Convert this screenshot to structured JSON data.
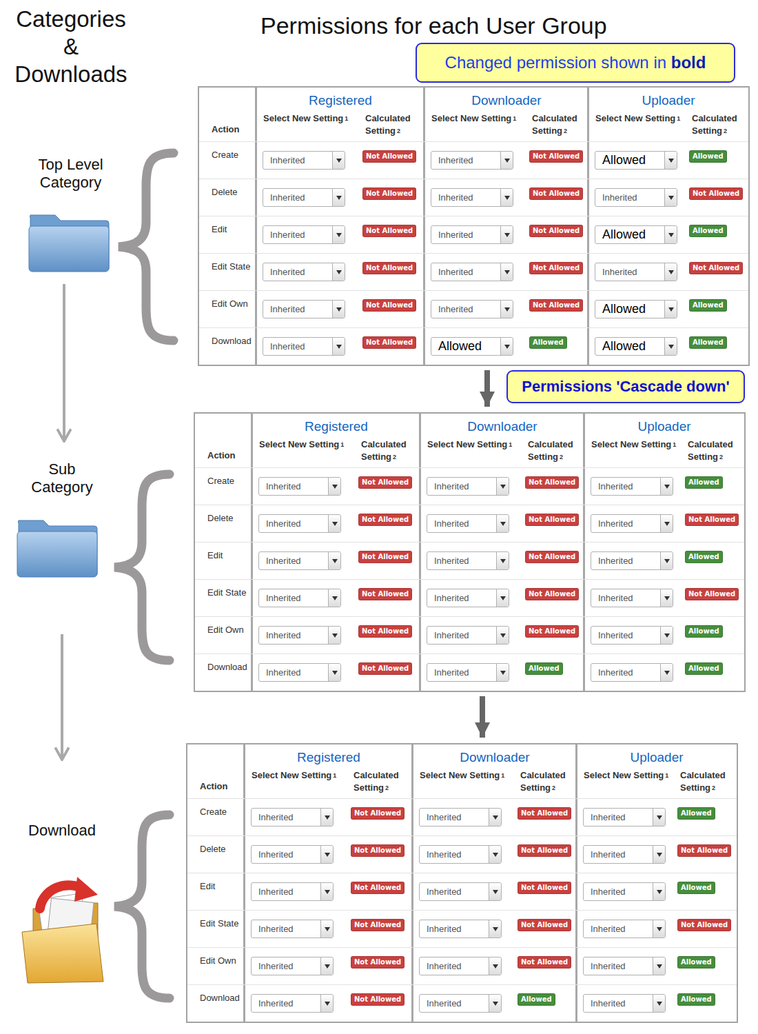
{
  "diagram": {
    "title": "Permissions for each User Group",
    "nodes": [
      {
        "text": [
          "Changed permission shown in",
          "bold"
        ]
      },
      {
        "text": [
          "Top Level Category"
        ]
      },
      {
        "text": [
          "Registered",
          "Downloader",
          "Uploader",
          "Action",
          "Select New Setting",
          "1",
          "Calculated Setting",
          "2",
          "Select New Setting",
          "1",
          "Calculated Setting",
          "2",
          "Select New Setting",
          "1",
          "Calculated Setting",
          "2",
          "Create",
          "Inherited",
          "Not Allowed",
          "Inherited",
          "Not Allowed",
          "Allowed",
          "Allowed",
          "Delete",
          "Inherited",
          "Not Allowed",
          "Inherited",
          "Not Allowed",
          "Inherited",
          "Not Allowed",
          "Edit",
          "Inherited",
          "Not Allowed",
          "Inherited",
          "Not Allowed",
          "Allowed",
          "Allowed",
          "Edit State",
          "Inherited",
          "Not Allowed",
          "Inherited",
          "Not Allowed",
          "Inherited",
          "Not Allowed",
          "Edit Own",
          "Inherited",
          "Not Allowed",
          "Inherited",
          "Not Allowed",
          "Allowed",
          "Allowed",
          "Download",
          "Inherited",
          "Not Allowed",
          "Allowed",
          "Allowed",
          "Allowed",
          "Allowed"
        ]
      },
      {
        "text": [
          "Permissions 'Cascade down'"
        ]
      },
      {
        "text": [
          "Sub Category"
        ]
      },
      {
        "text": [
          "Registered",
          "Downloader",
          "Uploader",
          "Action",
          "Select New Setting",
          "1",
          "Calculated Setting",
          "2",
          "Select New Setting",
          "1",
          "Calculated Setting",
          "2",
          "Select New Setting",
          "1",
          "Calculated Setting",
          "2",
          "Create",
          "Inherited",
          "Not Allowed",
          "Inherited",
          "Not Allowed",
          "Inherited",
          "Allowed",
          "Delete",
          "Inherited",
          "Not Allowed",
          "Inherited",
          "Not Allowed",
          "Inherited",
          "Not Allowed",
          "Edit",
          "Inherited",
          "Not Allowed",
          "Inherited",
          "Not Allowed",
          "Inherited",
          "Allowed",
          "Edit State",
          "Inherited",
          "Not Allowed",
          "Inherited",
          "Not Allowed",
          "Inherited",
          "Not Allowed",
          "Edit Own",
          "Inherited",
          "Not Allowed",
          "Inherited",
          "Not Allowed",
          "Inherited",
          "Allowed",
          "Download",
          "Inherited",
          "Not Allowed",
          "Inherited",
          "Allowed",
          "Inherited",
          "Allowed"
        ]
      },
      {
        "text": [
          "Download"
        ]
      },
      {
        "text": [
          "Registered",
          "Downloader",
          "Uploader",
          "Action",
          "Select New Setting",
          "1",
          "Calculated Setting",
          "2",
          "Select New Setting",
          "1",
          "Calculated Setting",
          "2",
          "Select New Setting",
          "1",
          "Calculated Setting",
          "2",
          "Create",
          "Inherited",
          "Not Allowed",
          "Inherited",
          "Not Allowed",
          "Inherited",
          "Allowed",
          "Delete",
          "Inherited",
          "Not Allowed",
          "Inherited",
          "Not Allowed",
          "Inherited",
          "Not Allowed",
          "Edit",
          "Inherited",
          "Not Allowed",
          "Inherited",
          "Not Allowed",
          "Inherited",
          "Allowed",
          "Edit State",
          "Inherited",
          "Not Allowed",
          "Inherited",
          "Not Allowed",
          "Inherited",
          "Not Allowed",
          "Edit Own",
          "Inherited",
          "Not Allowed",
          "Inherited",
          "Not Allowed",
          "Inherited",
          "Allowed",
          "Download",
          "Inherited",
          "Not Allowed",
          "Inherited",
          "Allowed",
          "Inherited",
          "Allowed"
        ]
      }
    ],
    "edges": [
      {
        "from": 1,
        "to": 4,
        "arrow": "to"
      },
      {
        "from": 4,
        "to": 6,
        "arrow": "to"
      },
      {
        "from": 2,
        "to": 5,
        "arrow": "to"
      },
      {
        "from": 5,
        "to": 7,
        "arrow": "to"
      }
    ],
    "labels": [
      "Categories & Downloads"
    ]
  }
}
